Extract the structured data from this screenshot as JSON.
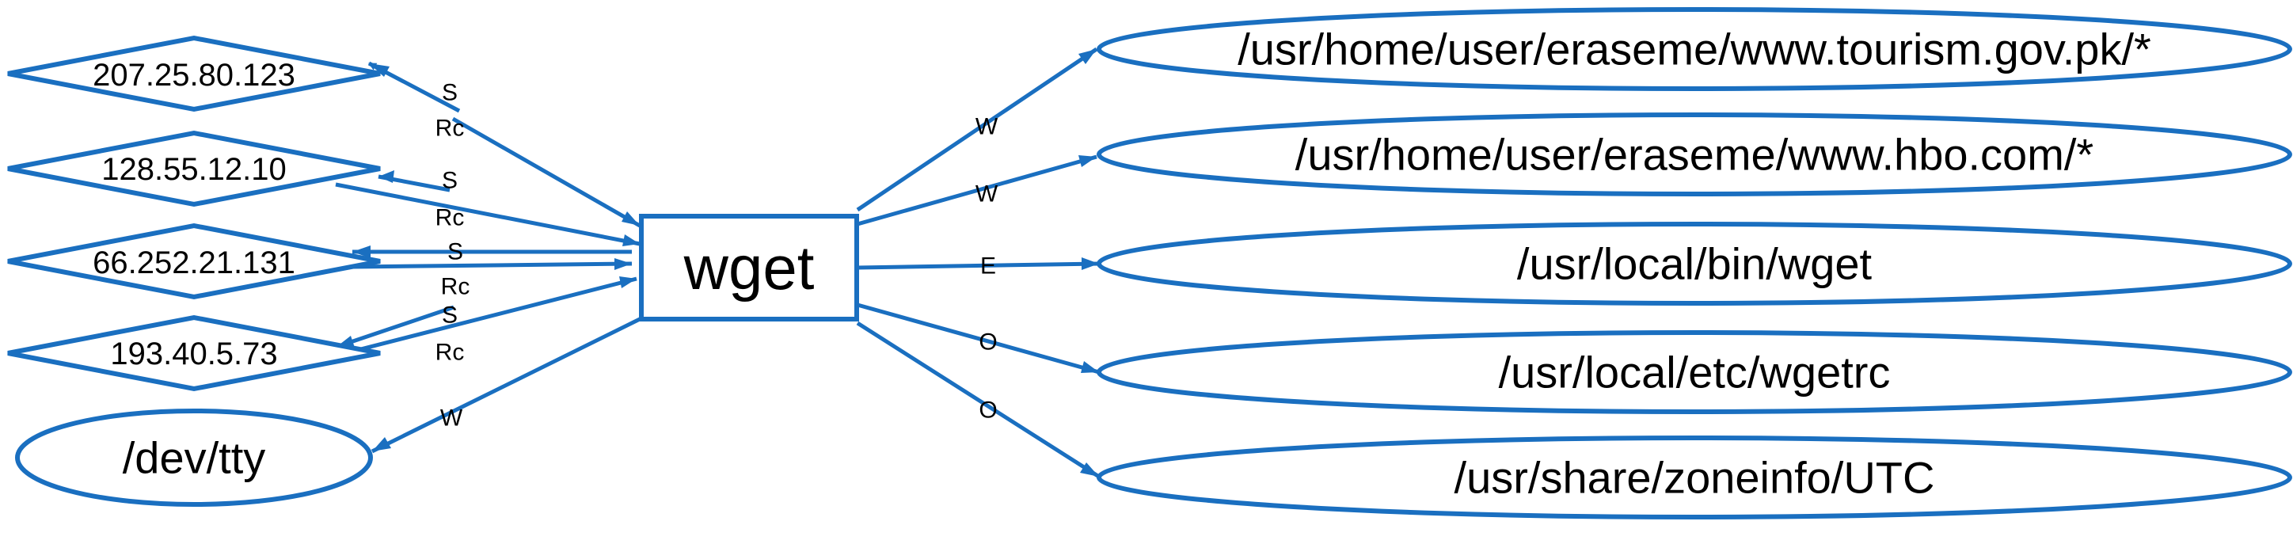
{
  "colors": {
    "stroke": "#1a6fc0",
    "text": "#000000",
    "background": "#ffffff"
  },
  "center": {
    "label": "wget"
  },
  "ip_nodes": [
    {
      "id": "ip1",
      "label": "207.25.80.123"
    },
    {
      "id": "ip2",
      "label": "128.55.12.10"
    },
    {
      "id": "ip3",
      "label": "66.252.21.131"
    },
    {
      "id": "ip4",
      "label": "193.40.5.73"
    }
  ],
  "left_file": {
    "id": "tty",
    "label": "/dev/tty"
  },
  "right_files": [
    {
      "id": "f1",
      "label": "/usr/home/user/eraseme/www.tourism.gov.pk/*"
    },
    {
      "id": "f2",
      "label": "/usr/home/user/eraseme/www.hbo.com/*"
    },
    {
      "id": "f3",
      "label": "/usr/local/bin/wget"
    },
    {
      "id": "f4",
      "label": "/usr/local/etc/wgetrc"
    },
    {
      "id": "f5",
      "label": "/usr/share/zoneinfo/UTC"
    }
  ],
  "edges": [
    {
      "id": "e-ip1-s",
      "from": "center",
      "to": "ip1",
      "label": "S"
    },
    {
      "id": "e-ip1-rc",
      "from": "ip1",
      "to": "center",
      "label": "Rc"
    },
    {
      "id": "e-ip2-s",
      "from": "center",
      "to": "ip2",
      "label": "S"
    },
    {
      "id": "e-ip2-rc",
      "from": "ip2",
      "to": "center",
      "label": "Rc"
    },
    {
      "id": "e-ip3-s",
      "from": "center",
      "to": "ip3",
      "label": "S"
    },
    {
      "id": "e-ip3-rc",
      "from": "ip3",
      "to": "center",
      "label": "Rc"
    },
    {
      "id": "e-ip4-s",
      "from": "center",
      "to": "ip4",
      "label": "S"
    },
    {
      "id": "e-ip4-rc",
      "from": "ip4",
      "to": "center",
      "label": "Rc"
    },
    {
      "id": "e-tty-w",
      "from": "center",
      "to": "tty",
      "label": "W"
    },
    {
      "id": "e-f1-w",
      "from": "center",
      "to": "f1",
      "label": "W"
    },
    {
      "id": "e-f2-w",
      "from": "center",
      "to": "f2",
      "label": "W"
    },
    {
      "id": "e-f3-e",
      "from": "center",
      "to": "f3",
      "label": "E"
    },
    {
      "id": "e-f4-o",
      "from": "center",
      "to": "f4",
      "label": "O"
    },
    {
      "id": "e-f5-o",
      "from": "center",
      "to": "f5",
      "label": "O"
    }
  ]
}
